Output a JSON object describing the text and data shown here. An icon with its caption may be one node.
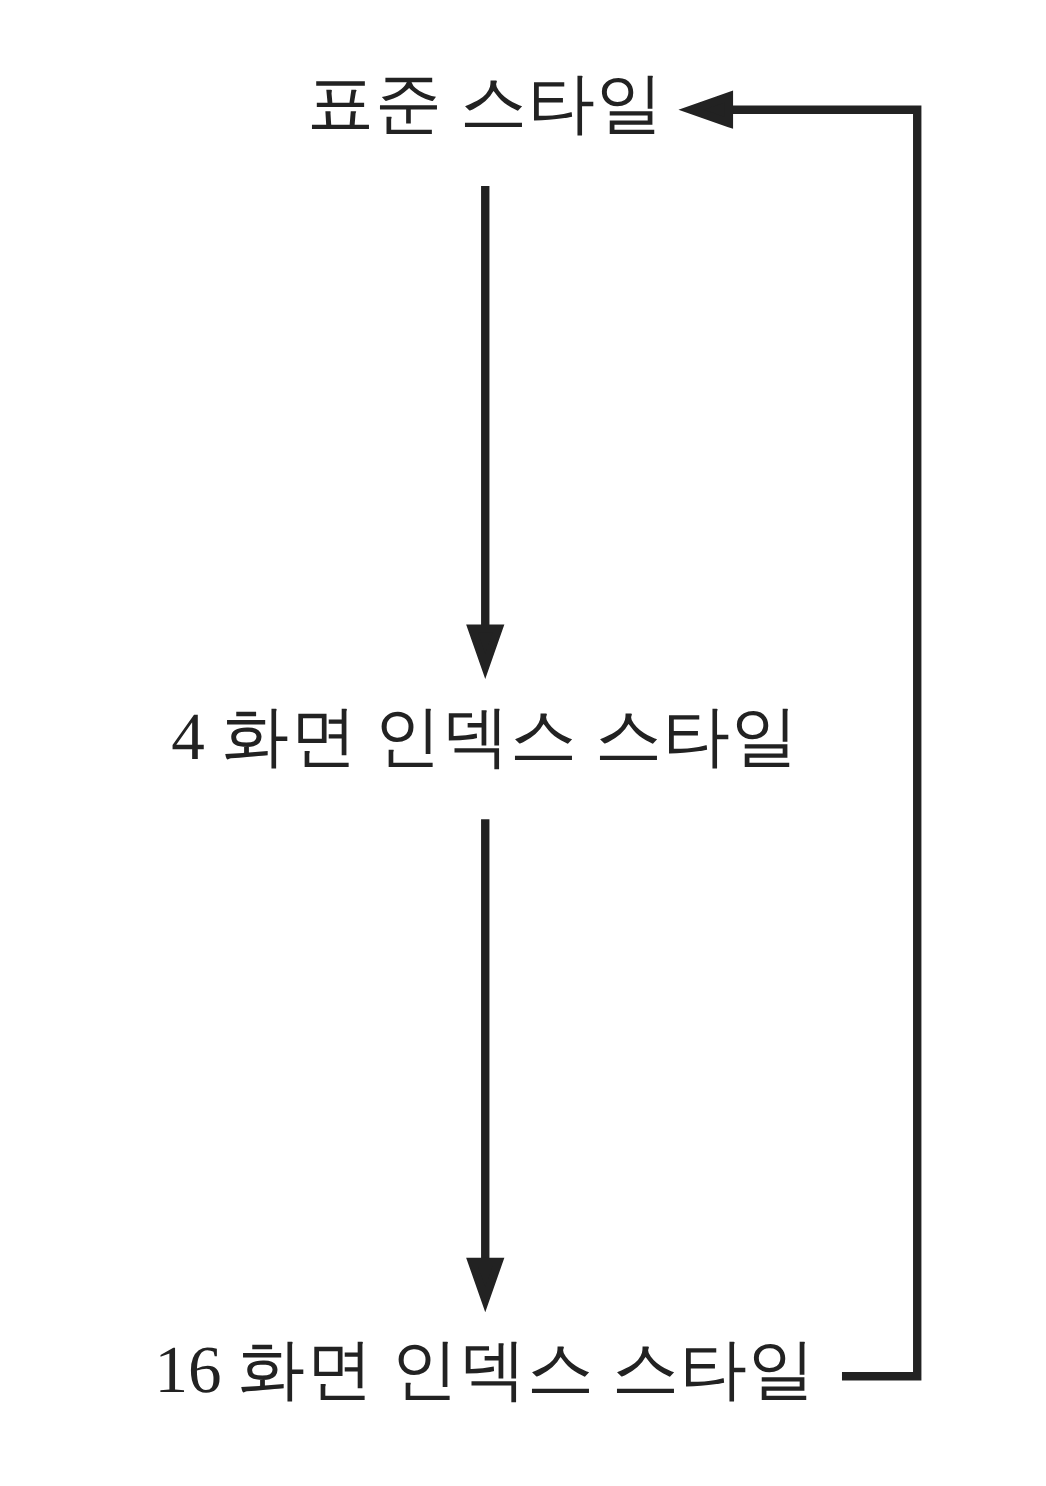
{
  "diagram": {
    "nodes": [
      {
        "text": [
          "표준 스타일"
        ]
      },
      {
        "text": [
          "4 화면 인덱스 스타일"
        ]
      },
      {
        "text": [
          "16 화면 인덱스 스타일"
        ]
      }
    ],
    "edges": [
      {
        "from": 0,
        "to": 1,
        "arrow": "to"
      },
      {
        "from": 1,
        "to": 2,
        "arrow": "to"
      },
      {
        "from": 2,
        "to": 0,
        "arrow": "to"
      }
    ]
  }
}
